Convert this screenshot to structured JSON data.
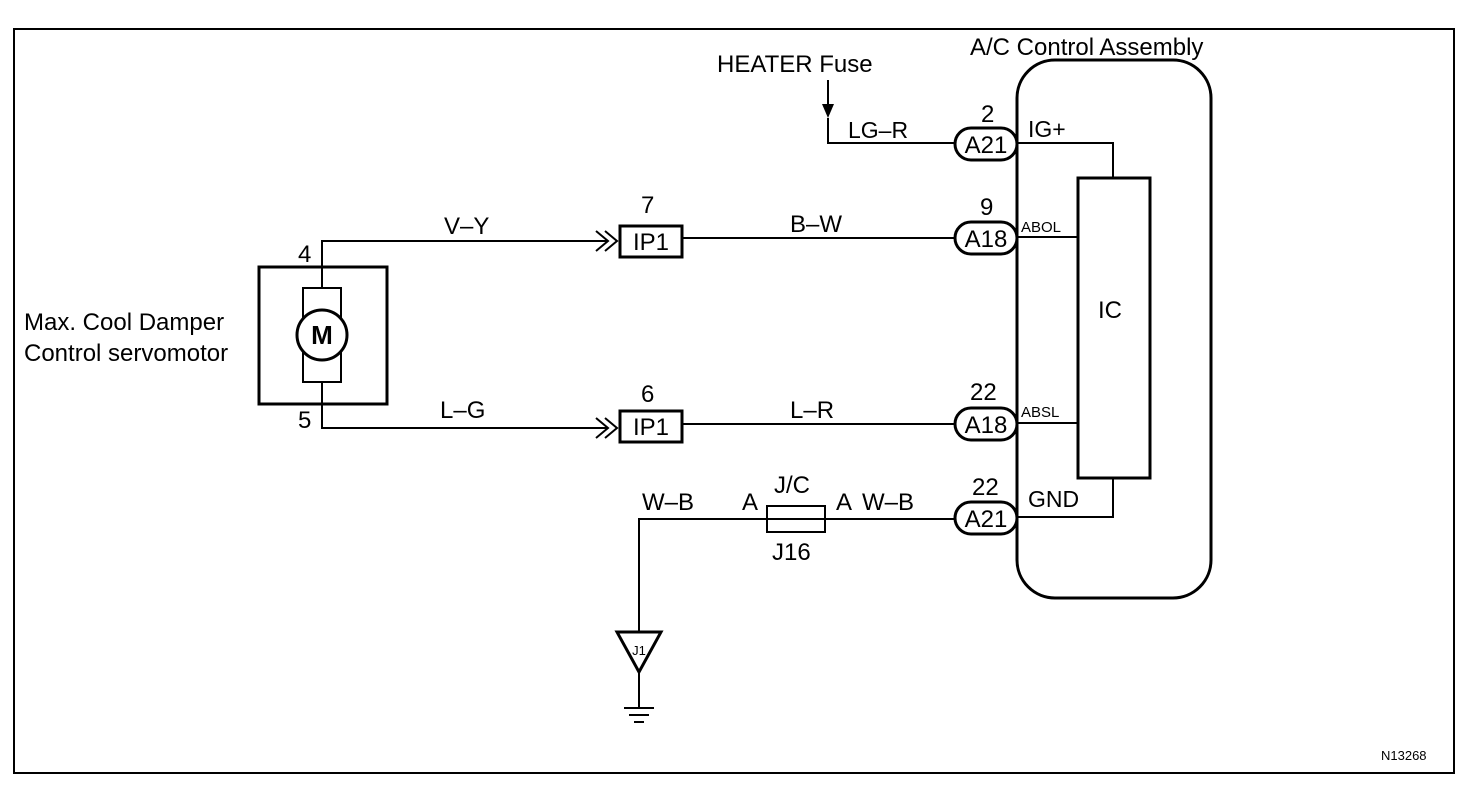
{
  "diagram": {
    "id_code": "N13268",
    "ac_assembly": {
      "title": "A/C Control Assembly",
      "ic_label": "IC",
      "pins": {
        "ig": "IG+",
        "abol": "ABOL",
        "absl": "ABSL",
        "gnd": "GND"
      }
    },
    "heater_fuse": "HEATER Fuse",
    "servomotor": {
      "label_line1": "Max. Cool Damper",
      "label_line2": "Control servomotor",
      "symbol": "M",
      "pin_top": "4",
      "pin_bottom": "5"
    },
    "connectors": {
      "a21_top": {
        "pin": "2",
        "name": "A21"
      },
      "a18_top": {
        "pin": "9",
        "name": "A18"
      },
      "a18_bottom": {
        "pin": "22",
        "name": "A18"
      },
      "a21_bottom": {
        "pin": "22",
        "name": "A21"
      },
      "ip1_top": {
        "pin": "7",
        "name": "IP1"
      },
      "ip1_bottom": {
        "pin": "6",
        "name": "IP1"
      }
    },
    "wires": {
      "fuse_wire": "LG–R",
      "motor_top": "V–Y",
      "ip1_top_to_a18": "B–W",
      "motor_bottom": "L–G",
      "ip1_bottom_to_a18": "L–R",
      "ground_left": "W–B",
      "jc_to_a21": "W–B"
    },
    "junction": {
      "top_label": "J/C",
      "bottom_label": "J16",
      "left_pin": "A",
      "right_pin": "A"
    },
    "ground": {
      "ground_point_label": "J1",
      "ground_point_icon": "ground-point-triangle-icon",
      "earth_icon": "earth-ground-icon"
    }
  }
}
